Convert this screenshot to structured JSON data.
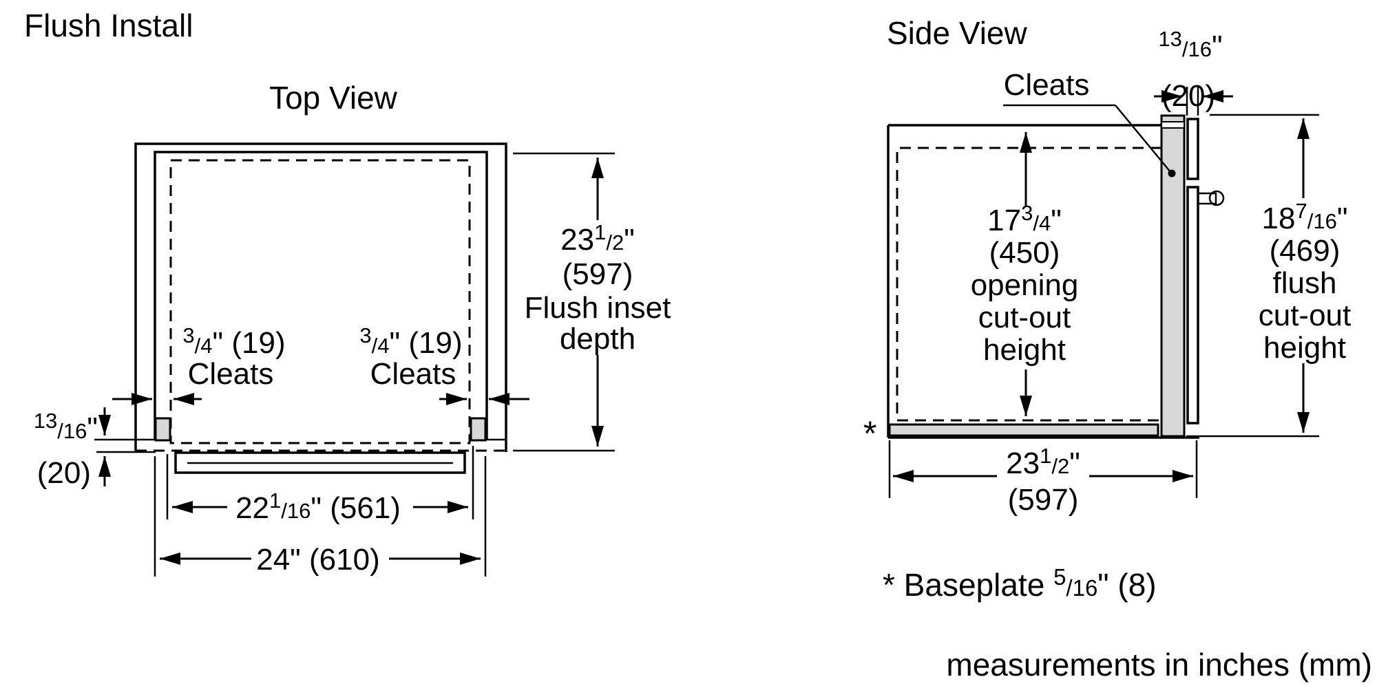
{
  "page": {
    "heading": "Flush Install",
    "background": "#ffffff",
    "line_color": "#000000",
    "cleat_fill": "#d8d8d8"
  },
  "top_view": {
    "title": "Top View",
    "flush_inset_depth": {
      "whole": "23",
      "num": "1",
      "den": "/2",
      "rest": "\"",
      "mm": "(597)",
      "caption_line1": "Flush inset",
      "caption_line2": "depth"
    },
    "cleat_left": {
      "num": "3",
      "den": "/4",
      "rest": "\" (19)",
      "label": "Cleats"
    },
    "cleat_right": {
      "num": "3",
      "den": "/4",
      "rest": "\" (19)",
      "label": "Cleats"
    },
    "front_inset": {
      "num": "13",
      "den": "/16",
      "rest": "\"",
      "mm": "(20)"
    },
    "opening_width": {
      "whole": "22",
      "num": "1",
      "den": "/16",
      "rest": "\" (561)"
    },
    "overall_width": "24\" (610)"
  },
  "side_view": {
    "title": "Side View",
    "door_proud": {
      "num": "13",
      "den": "/16",
      "rest": "\"",
      "mm": "(20)"
    },
    "cleats_label": "Cleats",
    "opening_height": {
      "whole": "17",
      "num": "3",
      "den": "/4",
      "rest": "\"",
      "mm": "(450)",
      "caption_line1": "opening",
      "caption_line2": "cut-out",
      "caption_line3": "height"
    },
    "flush_height": {
      "whole": "18",
      "num": "7",
      "den": "/16",
      "rest": "\"",
      "mm": "(469)",
      "caption_line1": "flush",
      "caption_line2": "cut-out",
      "caption_line3": "height"
    },
    "overall_width": {
      "whole": "23",
      "num": "1",
      "den": "/2",
      "rest": "\"",
      "mm": "(597)"
    },
    "baseplate_marker": "*"
  },
  "footer": {
    "baseplate_note": {
      "prefix": "* Baseplate ",
      "num": "5",
      "den": "/16",
      "rest": "\" (8)"
    },
    "units_note": "measurements in inches (mm)"
  }
}
